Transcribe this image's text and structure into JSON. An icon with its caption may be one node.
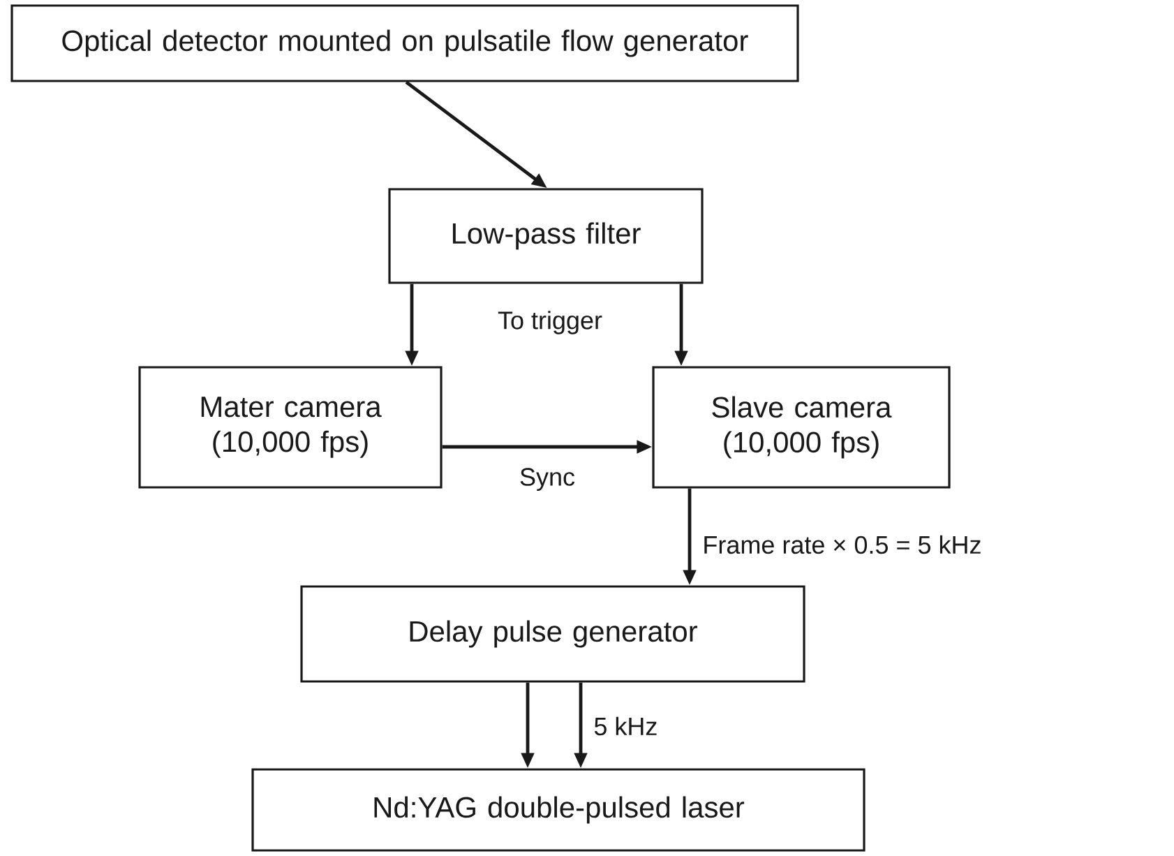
{
  "diagram": {
    "nodes": [
      {
        "text": [
          "Optical detector mounted on pulsatile flow generator"
        ]
      },
      {
        "text": [
          "Low-pass filter"
        ]
      },
      {
        "text": [
          "Mater camera (10,000 fps)"
        ]
      },
      {
        "text": [
          "Slave camera (10,000 fps)"
        ]
      },
      {
        "text": [
          "Delay pulse generator"
        ]
      },
      {
        "text": [
          "Nd:YAG double-pulsed laser"
        ]
      }
    ],
    "edges": [
      {
        "from": 0,
        "to": 1,
        "arrow": "to"
      },
      {
        "from": 1,
        "to": 2,
        "arrow": "to"
      },
      {
        "from": 1,
        "to": 3,
        "arrow": "to"
      },
      {
        "from": 2,
        "to": 3,
        "arrow": "to",
        "label": "Sync"
      },
      {
        "from": 3,
        "to": 4,
        "arrow": "to",
        "label": "Frame rate × 0.5 = 5 kHz"
      },
      {
        "from": 4,
        "to": 5,
        "arrow": "to"
      },
      {
        "from": 4,
        "to": 5,
        "arrow": "to",
        "label": "5 kHz"
      }
    ],
    "labels": [
      "To trigger"
    ]
  }
}
